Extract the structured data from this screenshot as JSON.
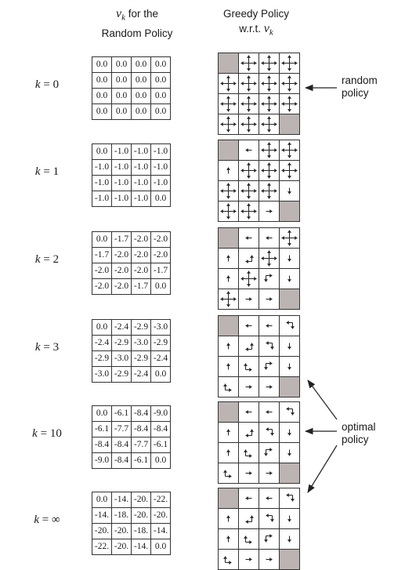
{
  "header": {
    "v_symbol": "v",
    "v_sub": "k",
    "left_line1_rest": " for the",
    "left_line2": "Random Policy",
    "right_line1": "Greedy Policy",
    "right_line2_prefix": "w.r.t. "
  },
  "rows": [
    {
      "k_prefix": "k",
      "k_eq": " = ",
      "k_value": "0",
      "values": [
        [
          "0.0",
          "0.0",
          "0.0",
          "0.0"
        ],
        [
          "0.0",
          "0.0",
          "0.0",
          "0.0"
        ],
        [
          "0.0",
          "0.0",
          "0.0",
          "0.0"
        ],
        [
          "0.0",
          "0.0",
          "0.0",
          "0.0"
        ]
      ],
      "policy": [
        [
          "T",
          "all",
          "all",
          "all"
        ],
        [
          "all",
          "all",
          "all",
          "all"
        ],
        [
          "all",
          "all",
          "all",
          "all"
        ],
        [
          "all",
          "all",
          "all",
          "T"
        ]
      ]
    },
    {
      "k_prefix": "k",
      "k_eq": " = ",
      "k_value": "1",
      "values": [
        [
          "0.0",
          "-1.0",
          "-1.0",
          "-1.0"
        ],
        [
          "-1.0",
          "-1.0",
          "-1.0",
          "-1.0"
        ],
        [
          "-1.0",
          "-1.0",
          "-1.0",
          "-1.0"
        ],
        [
          "-1.0",
          "-1.0",
          "-1.0",
          "0.0"
        ]
      ],
      "policy": [
        [
          "T",
          "l",
          "all",
          "all"
        ],
        [
          "u",
          "all",
          "all",
          "all"
        ],
        [
          "all",
          "all",
          "all",
          "d"
        ],
        [
          "all",
          "all",
          "r",
          "T"
        ]
      ]
    },
    {
      "k_prefix": "k",
      "k_eq": " = ",
      "k_value": "2",
      "values": [
        [
          "0.0",
          "-1.7",
          "-2.0",
          "-2.0"
        ],
        [
          "-1.7",
          "-2.0",
          "-2.0",
          "-2.0"
        ],
        [
          "-2.0",
          "-2.0",
          "-2.0",
          "-1.7"
        ],
        [
          "-2.0",
          "-2.0",
          "-1.7",
          "0.0"
        ]
      ],
      "policy": [
        [
          "T",
          "l",
          "l",
          "all"
        ],
        [
          "u",
          "ul",
          "all",
          "d"
        ],
        [
          "u",
          "all",
          "rd",
          "d"
        ],
        [
          "all",
          "r",
          "r",
          "T"
        ]
      ]
    },
    {
      "k_prefix": "k",
      "k_eq": " = ",
      "k_value": "3",
      "values": [
        [
          "0.0",
          "-2.4",
          "-2.9",
          "-3.0"
        ],
        [
          "-2.4",
          "-2.9",
          "-3.0",
          "-2.9"
        ],
        [
          "-2.9",
          "-3.0",
          "-2.9",
          "-2.4"
        ],
        [
          "-3.0",
          "-2.9",
          "-2.4",
          "0.0"
        ]
      ],
      "policy": [
        [
          "T",
          "l",
          "l",
          "ld"
        ],
        [
          "u",
          "ul",
          "ld",
          "d"
        ],
        [
          "u",
          "ur",
          "rd",
          "d"
        ],
        [
          "ur",
          "r",
          "r",
          "T"
        ]
      ]
    },
    {
      "k_prefix": "k",
      "k_eq": " = ",
      "k_value": "10",
      "values": [
        [
          "0.0",
          "-6.1",
          "-8.4",
          "-9.0"
        ],
        [
          "-6.1",
          "-7.7",
          "-8.4",
          "-8.4"
        ],
        [
          "-8.4",
          "-8.4",
          "-7.7",
          "-6.1"
        ],
        [
          "-9.0",
          "-8.4",
          "-6.1",
          "0.0"
        ]
      ],
      "policy": [
        [
          "T",
          "l",
          "l",
          "ld"
        ],
        [
          "u",
          "ul",
          "ld",
          "d"
        ],
        [
          "u",
          "ur",
          "rd",
          "d"
        ],
        [
          "ur",
          "r",
          "r",
          "T"
        ]
      ]
    },
    {
      "k_prefix": "k",
      "k_eq": " = ",
      "k_value": "∞",
      "values": [
        [
          "0.0",
          "-14.",
          "-20.",
          "-22."
        ],
        [
          "-14.",
          "-18.",
          "-20.",
          "-20."
        ],
        [
          "-20.",
          "-20.",
          "-18.",
          "-14."
        ],
        [
          "-22.",
          "-20.",
          "-14.",
          "0.0"
        ]
      ],
      "policy": [
        [
          "T",
          "l",
          "l",
          "ld"
        ],
        [
          "u",
          "ul",
          "ld",
          "d"
        ],
        [
          "u",
          "ur",
          "rd",
          "d"
        ],
        [
          "ur",
          "r",
          "r",
          "T"
        ]
      ]
    }
  ],
  "annotations": {
    "random_line1": "random",
    "random_line2": "policy",
    "optimal_line1": "optimal",
    "optimal_line2": "policy"
  },
  "colors": {
    "terminal_fill": "#bcb3b3",
    "grid": "#333333",
    "arrow": "#222222"
  }
}
